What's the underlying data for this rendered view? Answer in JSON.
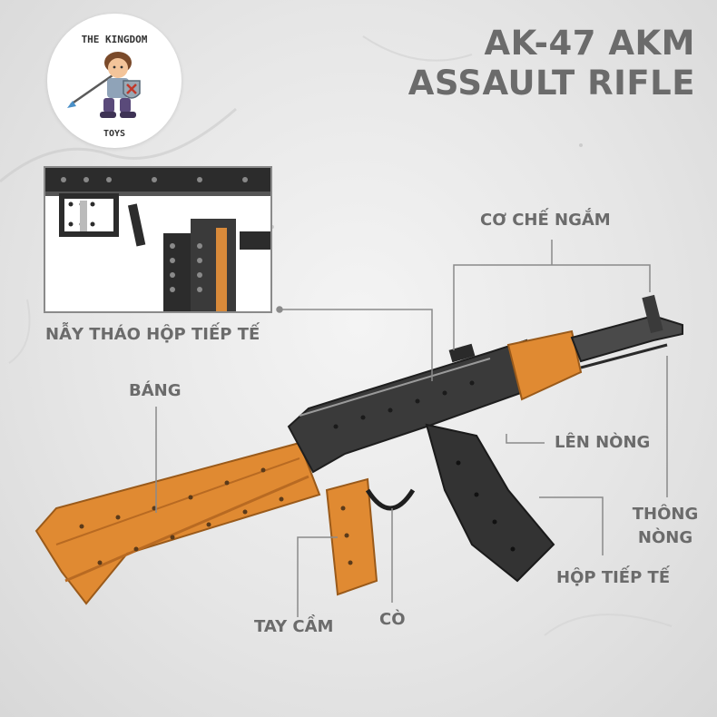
{
  "title": {
    "line1": "AK-47 AKM",
    "line2": "ASSAULT RIFLE"
  },
  "logo": {
    "top_text": "THE KINGDOM",
    "bottom_text": "TOYS",
    "mascot_icon": "knight-mascot-icon"
  },
  "labels": {
    "magazine_release": "NẪY THÁO HỘP TIẾP TẾ",
    "stock": "BÁNG",
    "sight": "CƠ CHẾ NGẮM",
    "charging_handle": "LÊN NÒNG",
    "cleaning_rod_line1": "THÔNG",
    "cleaning_rod_line2": "NÒNG",
    "magazine": "HỘP TIẾP TẾ",
    "grip": "TAY CẦM",
    "trigger": "CÒ"
  },
  "colors": {
    "label_text": "#6b6b6b",
    "wood": "#e08a32",
    "metal": "#3a3a3a",
    "leader_line": "#8a8a8a"
  }
}
